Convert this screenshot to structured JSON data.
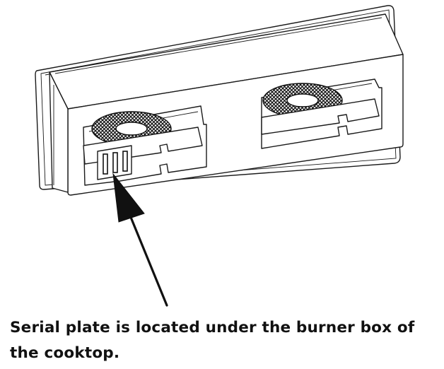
{
  "caption": "Serial plate is located under the burner box of the cooktop.",
  "figure": {
    "components": [
      "cooktop-frame",
      "burner-box-left",
      "burner-box-right",
      "serial-plate",
      "pointer-arrow"
    ]
  }
}
